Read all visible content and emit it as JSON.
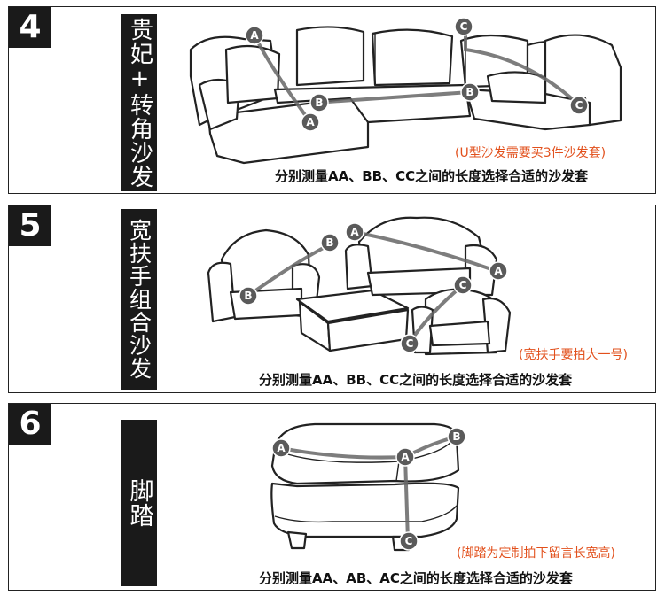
{
  "sections": [
    {
      "number": "4",
      "label": "贵妃+转角沙发",
      "note": "(U型沙发需要买3件沙发套)",
      "caption": "分别测量AA、BB、CC之间的长度选择合适的沙发套",
      "points": [
        "A",
        "A",
        "B",
        "B",
        "C",
        "C"
      ]
    },
    {
      "number": "5",
      "label": "宽扶手组合沙发",
      "note": "(宽扶手要拍大一号)",
      "caption": "分别测量AA、BB、CC之间的长度选择合适的沙发套",
      "points": [
        "A",
        "A",
        "B",
        "B",
        "C",
        "C"
      ]
    },
    {
      "number": "6",
      "label": "脚踏",
      "note": "(脚踏为定制拍下留言长宽高)",
      "caption": "分别测量AA、AB、AC之间的长度选择合适的沙发套",
      "points": [
        "A",
        "A",
        "B",
        "C"
      ]
    }
  ],
  "colors": {
    "dark": "#1a1a1a",
    "note": "#e2501c",
    "marker": "#5a5a5a"
  }
}
